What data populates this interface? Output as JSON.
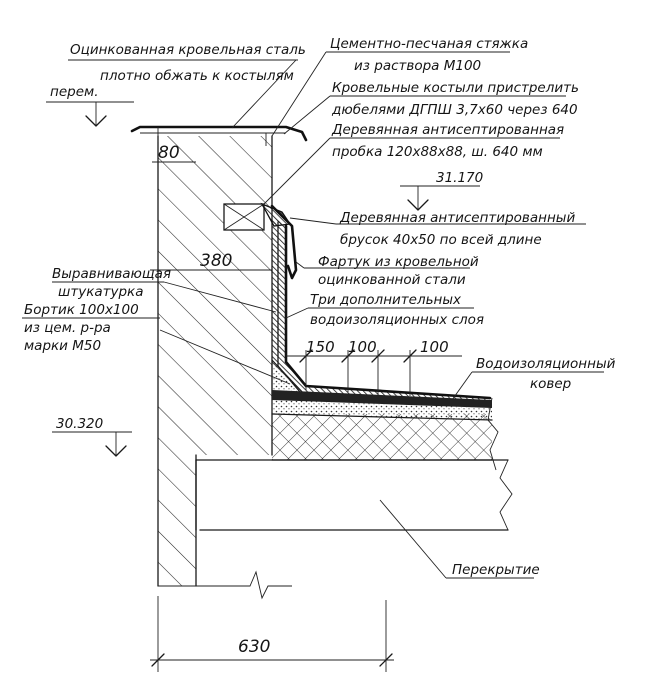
{
  "labels": {
    "steel_title_1": "Оцинкованная кровельная сталь",
    "steel_title_2": "плотно обжать к костылям",
    "parapet_note": "перем.",
    "screed_1": "Цементно-песчаная стяжка",
    "screed_2": "из раствора М100",
    "crutches_1": "Кровельные костыли пристрелить",
    "crutches_2": "дюбелями ДГПШ 3,7х60 через 640",
    "plug_1": "Деревянная антисептированная",
    "plug_2": "пробка 120х88х88, ш. 640 мм",
    "bar_1": "Деревянная антисептированный",
    "bar_2": "брусок 40х50 по всей длине",
    "apron_1": "Фартук из кровельной",
    "apron_2": "оцинкованной стали",
    "plaster_1": "Выравнивающая",
    "plaster_2": "штукатурка",
    "layers_1": "Три дополнительных",
    "layers_2": "водоизоляционных слоя",
    "curb_1": "Бортик 100х100",
    "curb_2": "из цем. р-ра",
    "curb_3": "марки М50",
    "carpet_1": "Водоизоляционный",
    "carpet_2": "ковер",
    "slab": "Перекрытие"
  },
  "elevations": {
    "top": "31.170",
    "bottom": "30.320"
  },
  "dimensions": {
    "cap": "80",
    "wall": "380",
    "d150": "150",
    "d100a": "100",
    "d100b": "100",
    "total": "630"
  }
}
